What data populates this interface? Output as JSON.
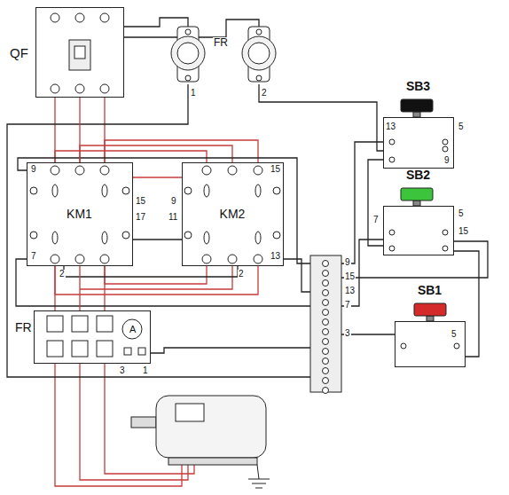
{
  "diagram": {
    "nodes": [
      {
        "text": [
          "QF"
        ]
      },
      {
        "text": [
          "KM1"
        ]
      },
      {
        "text": [
          "KM2"
        ]
      },
      {
        "text": [
          "SB3"
        ]
      },
      {
        "text": [
          "SB2"
        ]
      },
      {
        "text": [
          "SB1"
        ]
      },
      {
        "text": [
          "FR"
        ]
      }
    ],
    "edges": [
      {
        "from": 0,
        "to": 1,
        "arrow": "none"
      },
      {
        "from": 1,
        "to": 2,
        "arrow": "none"
      },
      {
        "from": 1,
        "to": 6,
        "arrow": "none"
      },
      {
        "from": 3,
        "to": 4,
        "arrow": "none"
      },
      {
        "from": 4,
        "to": 5,
        "arrow": "none"
      }
    ],
    "labels": [
      "FR",
      "1",
      "2",
      "9",
      "15",
      "17",
      "7",
      "2",
      "9",
      "11",
      "15",
      "13",
      "2",
      "13",
      "5",
      "9",
      "7",
      "5",
      "15",
      "5",
      "9",
      "15",
      "13",
      "7",
      "3",
      "A",
      "3",
      "1"
    ]
  }
}
